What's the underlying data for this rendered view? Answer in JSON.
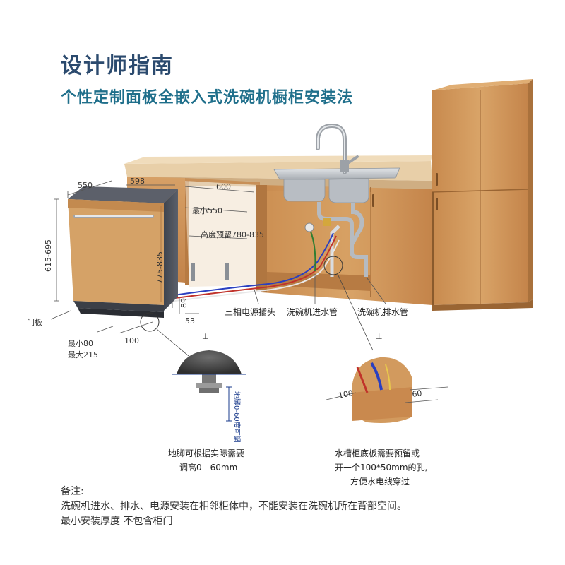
{
  "title": "设计师指南",
  "subtitle": "个性定制面板全嵌入式洗碗机橱柜安装法",
  "dimensions": {
    "dw_width": "550",
    "cab_width": "598",
    "cab_depth": "600",
    "min_depth": "最小550",
    "height_reserve": "高度预留780-835",
    "panel_height": "615-695",
    "dw_height": "775-835",
    "side_89": "89",
    "side_53": "53",
    "bottom_100": "100",
    "min80": "最小80",
    "max215": "最大215"
  },
  "labels": {
    "door_panel": "门板",
    "power": "三相电源插头",
    "inlet": "洗碗机进水管",
    "drain": "洗碗机排水管"
  },
  "details": {
    "foot_vertical": "地脚0-60度可调",
    "foot_caption_1": "地脚可根据实际需要",
    "foot_caption_2": "调高0—60mm",
    "hole_caption_1": "水槽柜底板需要预留或",
    "hole_caption_2": "开一个100*50mm的孔,",
    "hole_caption_3": "方便水电线穿过",
    "hole_dim_100": "100",
    "hole_dim_60": "60"
  },
  "notes": {
    "heading": "备注:",
    "line1": "洗碗机进水、排水、电源安装在相邻柜体中，不能安装在洗碗机所在背部空间。",
    "line2": "最小安装厚度 不包含柜门"
  },
  "colors": {
    "title": "#2b4a6e",
    "subtitle": "#1f6f8b",
    "wood": "#d29a5e",
    "wood_dark": "#b47a42",
    "counter": "#e8cfa8",
    "dishwasher_side": "#4a4f5a",
    "steel": "#c9cdd2",
    "callout": "#1a3b8c"
  }
}
